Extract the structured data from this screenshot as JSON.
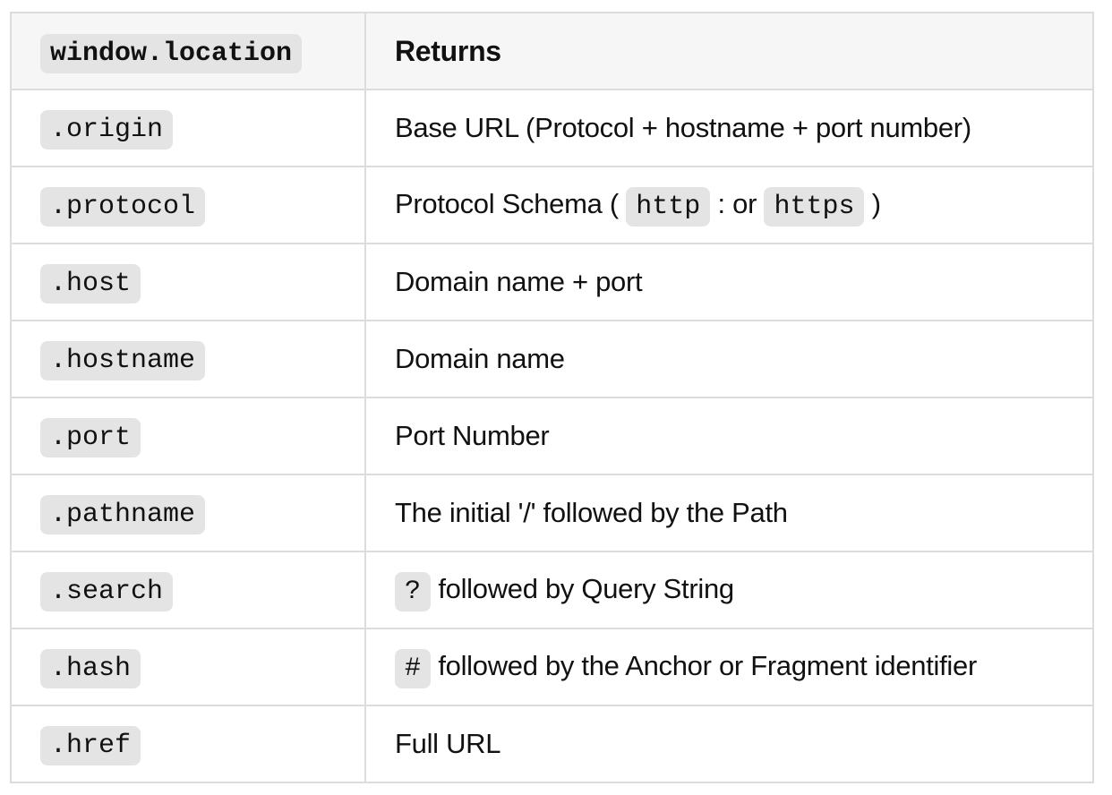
{
  "table": {
    "header": {
      "property_code": "window.location",
      "returns_label": "Returns"
    },
    "rows": [
      {
        "property": ".origin",
        "returns": [
          {
            "type": "text",
            "value": "Base URL (Protocol + hostname + port number)"
          }
        ]
      },
      {
        "property": ".protocol",
        "returns": [
          {
            "type": "text",
            "value": "Protocol Schema ( "
          },
          {
            "type": "code",
            "value": "http"
          },
          {
            "type": "text",
            "value": " : or "
          },
          {
            "type": "code",
            "value": "https"
          },
          {
            "type": "text",
            "value": " )"
          }
        ]
      },
      {
        "property": ".host",
        "returns": [
          {
            "type": "text",
            "value": "Domain name + port"
          }
        ]
      },
      {
        "property": ".hostname",
        "returns": [
          {
            "type": "text",
            "value": "Domain name"
          }
        ]
      },
      {
        "property": ".port",
        "returns": [
          {
            "type": "text",
            "value": "Port Number"
          }
        ]
      },
      {
        "property": ".pathname",
        "returns": [
          {
            "type": "text",
            "value": "The initial '/' followed by the Path"
          }
        ]
      },
      {
        "property": ".search",
        "returns": [
          {
            "type": "code",
            "value": "?"
          },
          {
            "type": "text",
            "value": " followed by Query String"
          }
        ]
      },
      {
        "property": ".hash",
        "returns": [
          {
            "type": "code",
            "value": "#"
          },
          {
            "type": "text",
            "value": " followed by the Anchor or Fragment identifier"
          }
        ]
      },
      {
        "property": ".href",
        "returns": [
          {
            "type": "text",
            "value": "Full URL"
          }
        ]
      }
    ]
  },
  "colors": {
    "header_bg": "#f6f6f6",
    "border": "#dcdcdc",
    "code_bg": "#e4e4e4",
    "text": "#111111"
  }
}
